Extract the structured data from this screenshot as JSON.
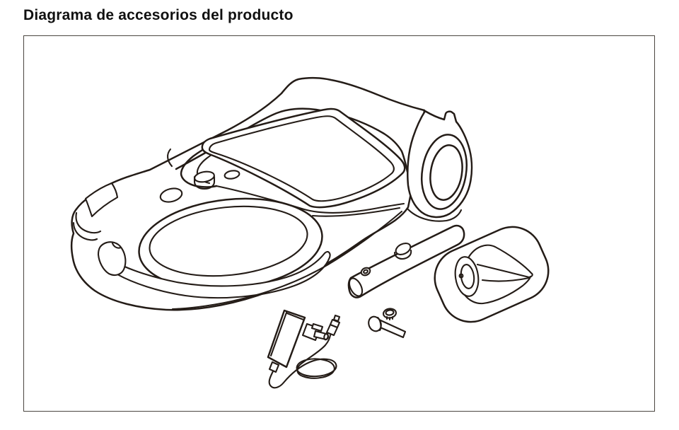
{
  "header": {
    "title": "Diagrama de accesorios del producto"
  },
  "diagram": {
    "line_color": "#241c17",
    "frame_border_color": "#4b4540",
    "background_color": "#ffffff",
    "parts": [
      {
        "id": "vacuum-main-unit",
        "drawing": "handheld vacuum cleaner body with loop handle, control buttons, side bumper oval and rear wheel"
      },
      {
        "id": "extension-tube",
        "drawing": "cylindrical extension tube with release button and locking pin"
      },
      {
        "id": "nozzle-attachment",
        "drawing": "rounded square nozzle attachment with curved suction scoop"
      },
      {
        "id": "power-adapter",
        "drawing": "AC power adapter with plug prongs, coiled cable and DC barrel connector"
      },
      {
        "id": "screw-and-cap",
        "drawing": "fixing screw with round head and knurled cap nut"
      }
    ]
  }
}
